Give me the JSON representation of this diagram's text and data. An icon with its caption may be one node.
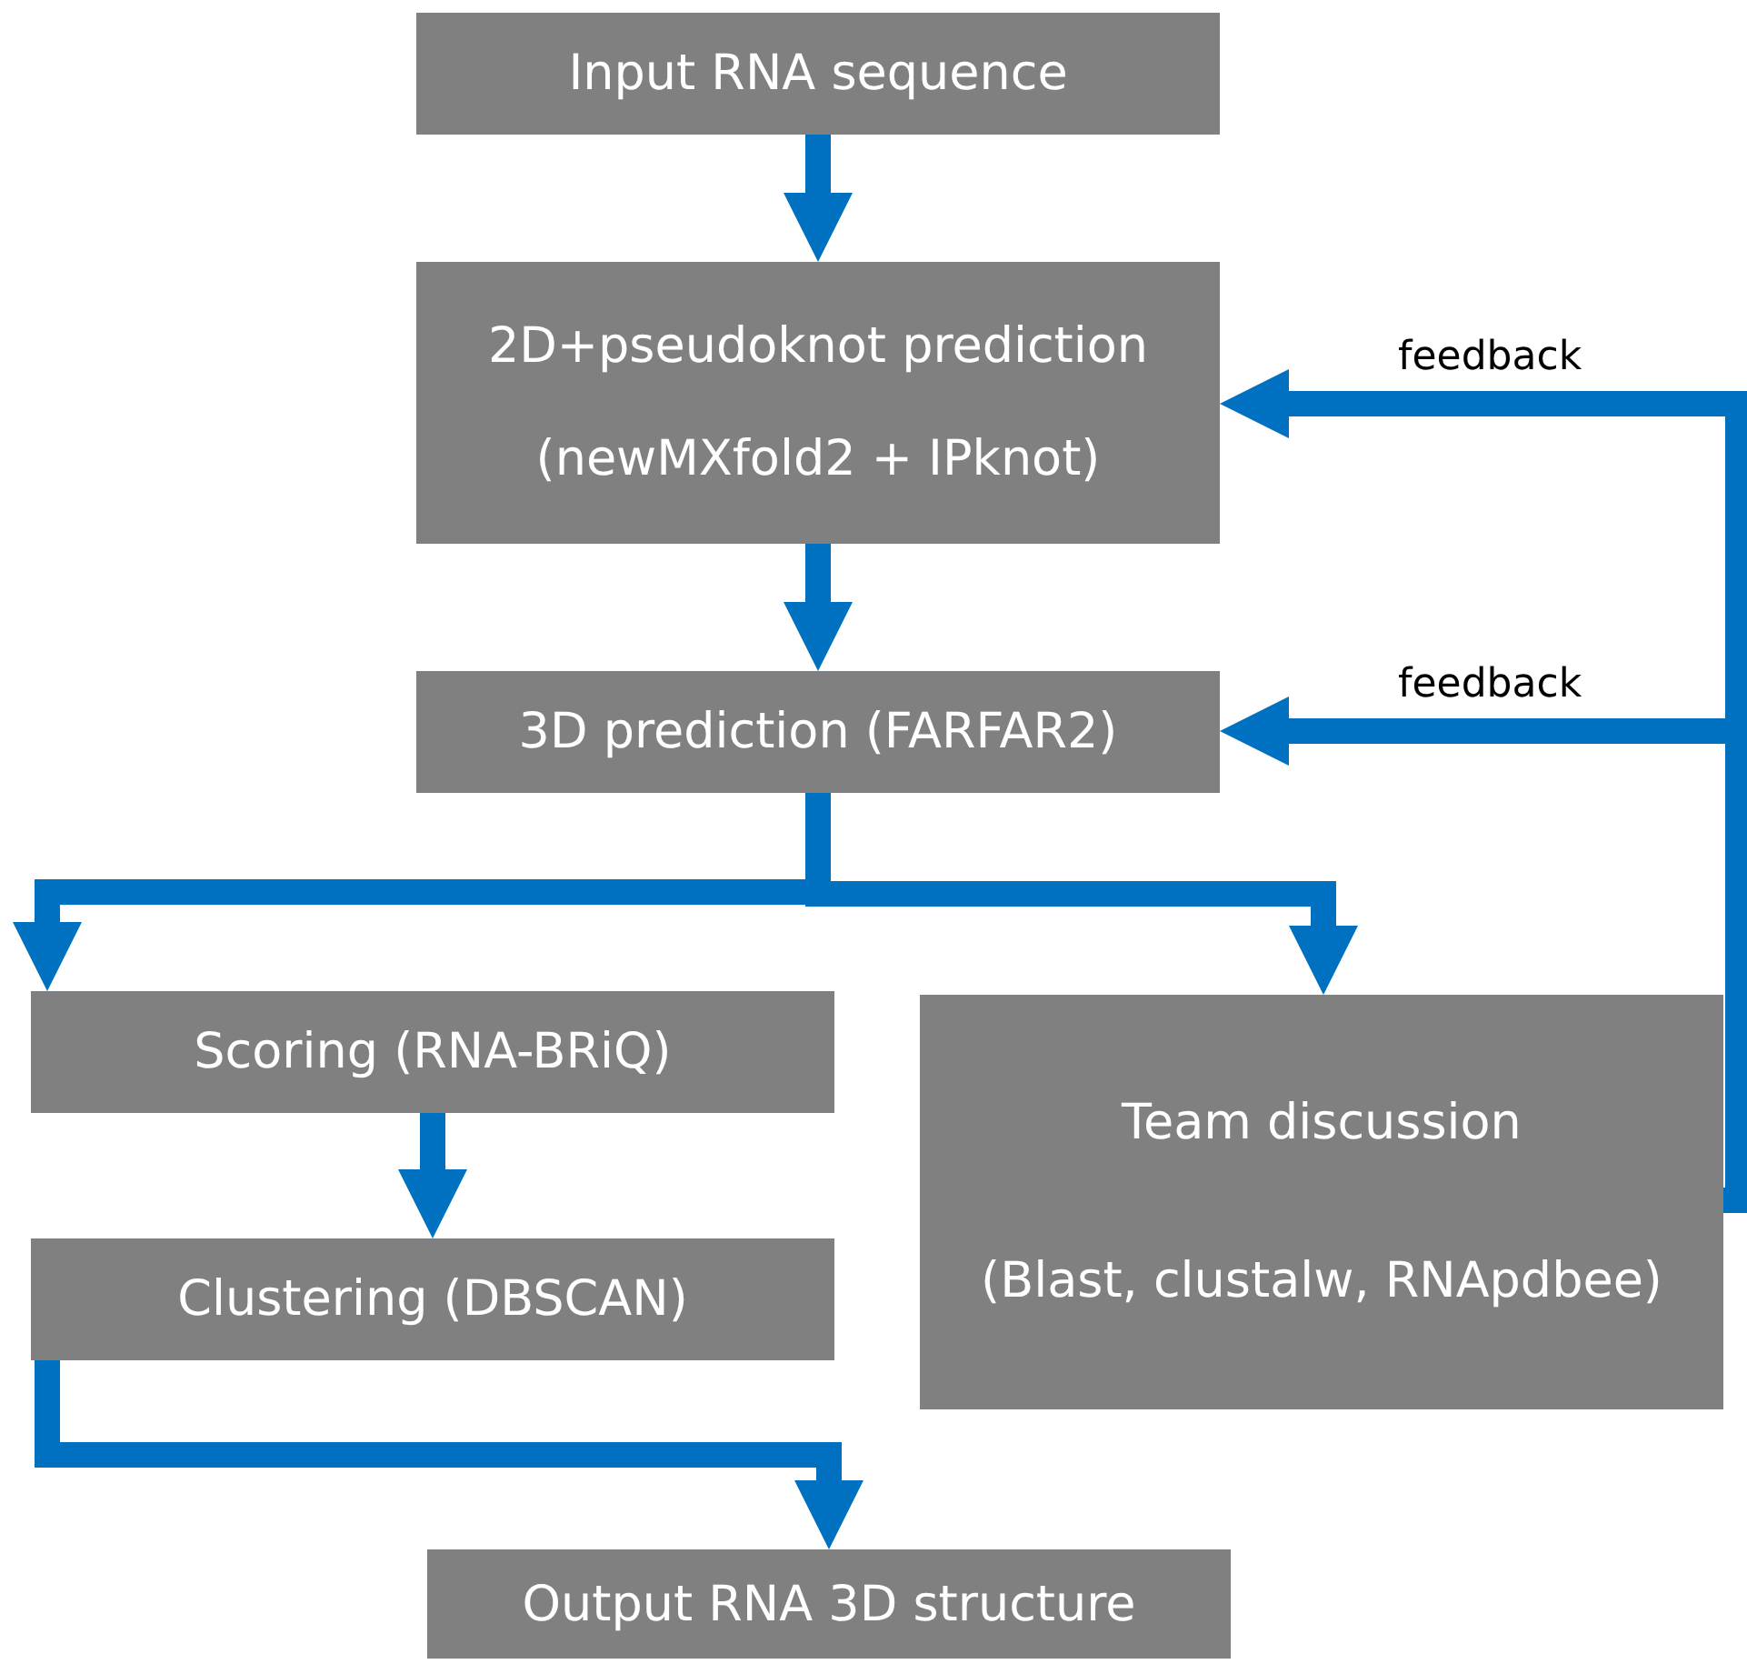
{
  "diagram": {
    "nodes": [
      {
        "text": [
          "Input RNA sequence"
        ]
      },
      {
        "text": [
          "2D+pseudoknot prediction",
          "(newMXfold2 + IPknot)"
        ]
      },
      {
        "text": [
          "3D prediction (FARFAR2)"
        ]
      },
      {
        "text": [
          "Scoring (RNA-BRiQ)"
        ]
      },
      {
        "text": [
          "Clustering (DBSCAN)"
        ]
      },
      {
        "text": [
          "Team discussion",
          "(Blast, clustalw, RNApdbee)"
        ]
      },
      {
        "text": [
          "Output RNA 3D structure"
        ]
      }
    ],
    "edges": [
      {
        "from": 0,
        "to": 1,
        "arrow": "to"
      },
      {
        "from": 1,
        "to": 2,
        "arrow": "to"
      },
      {
        "from": 2,
        "to": 3,
        "arrow": "to"
      },
      {
        "from": 2,
        "to": 5,
        "arrow": "to"
      },
      {
        "from": 3,
        "to": 4,
        "arrow": "to"
      },
      {
        "from": 4,
        "to": 6,
        "arrow": "to"
      },
      {
        "from": 5,
        "to": 1,
        "arrow": "to",
        "label": "feedback"
      },
      {
        "from": 5,
        "to": 2,
        "arrow": "to",
        "label": "feedback"
      }
    ]
  }
}
